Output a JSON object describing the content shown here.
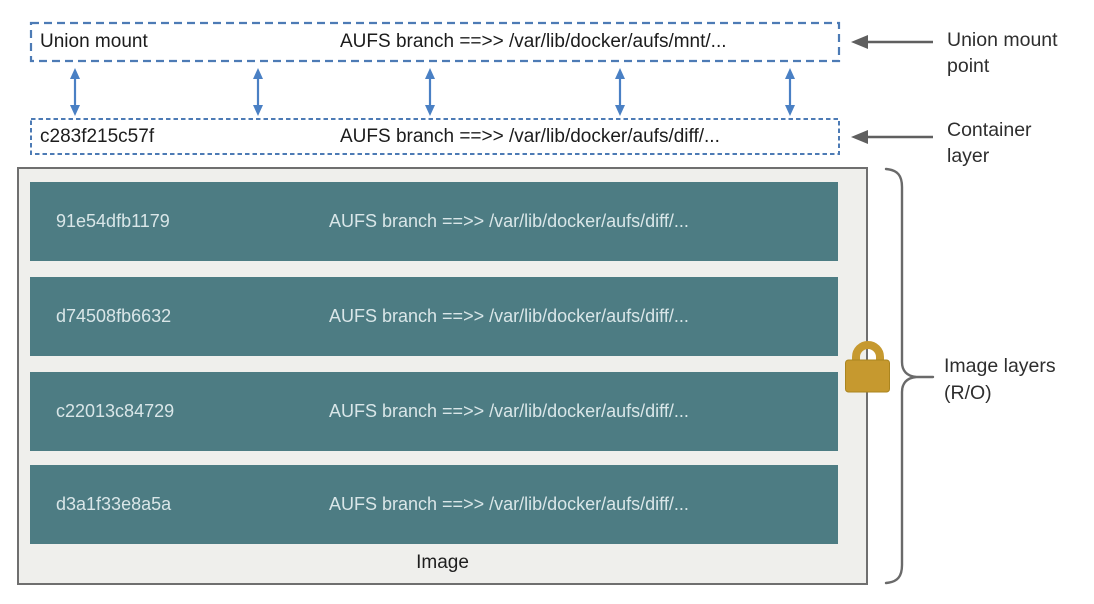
{
  "union_mount": {
    "label": "Union mount",
    "path": "AUFS branch ==>> /var/lib/docker/aufs/mnt/..."
  },
  "container_layer": {
    "id": "c283f215c57f",
    "path": "AUFS branch ==>> /var/lib/docker/aufs/diff/..."
  },
  "image": {
    "label": "Image",
    "layers": [
      {
        "id": "91e54dfb1179",
        "path": "AUFS branch ==>> /var/lib/docker/aufs/diff/..."
      },
      {
        "id": "d74508fb6632",
        "path": "AUFS branch ==>> /var/lib/docker/aufs/diff/..."
      },
      {
        "id": "c22013c84729",
        "path": "AUFS branch ==>> /var/lib/docker/aufs/diff/..."
      },
      {
        "id": "d3a1f33e8a5a",
        "path": "AUFS branch ==>> /var/lib/docker/aufs/diff/..."
      }
    ]
  },
  "annotations": {
    "union_mount_point": "Union mount point",
    "container_layer": "Container layer",
    "image_layers": "Image layers (R/O)"
  },
  "icons": {
    "lock": "lock-icon",
    "up_down_arrows": "double-arrow-icon",
    "left_arrows": "left-arrow-icon",
    "brace": "curly-brace-icon"
  },
  "colors": {
    "layer_teal": "#4d7c83",
    "layer_text": "#d9e6e8",
    "dashed_border_blue": "#4d7bb5",
    "arrow_blue": "#4a80c4",
    "outline_gray": "#6f6f6f",
    "lock_gold": "#c6992f",
    "box_background": "#efefec"
  }
}
